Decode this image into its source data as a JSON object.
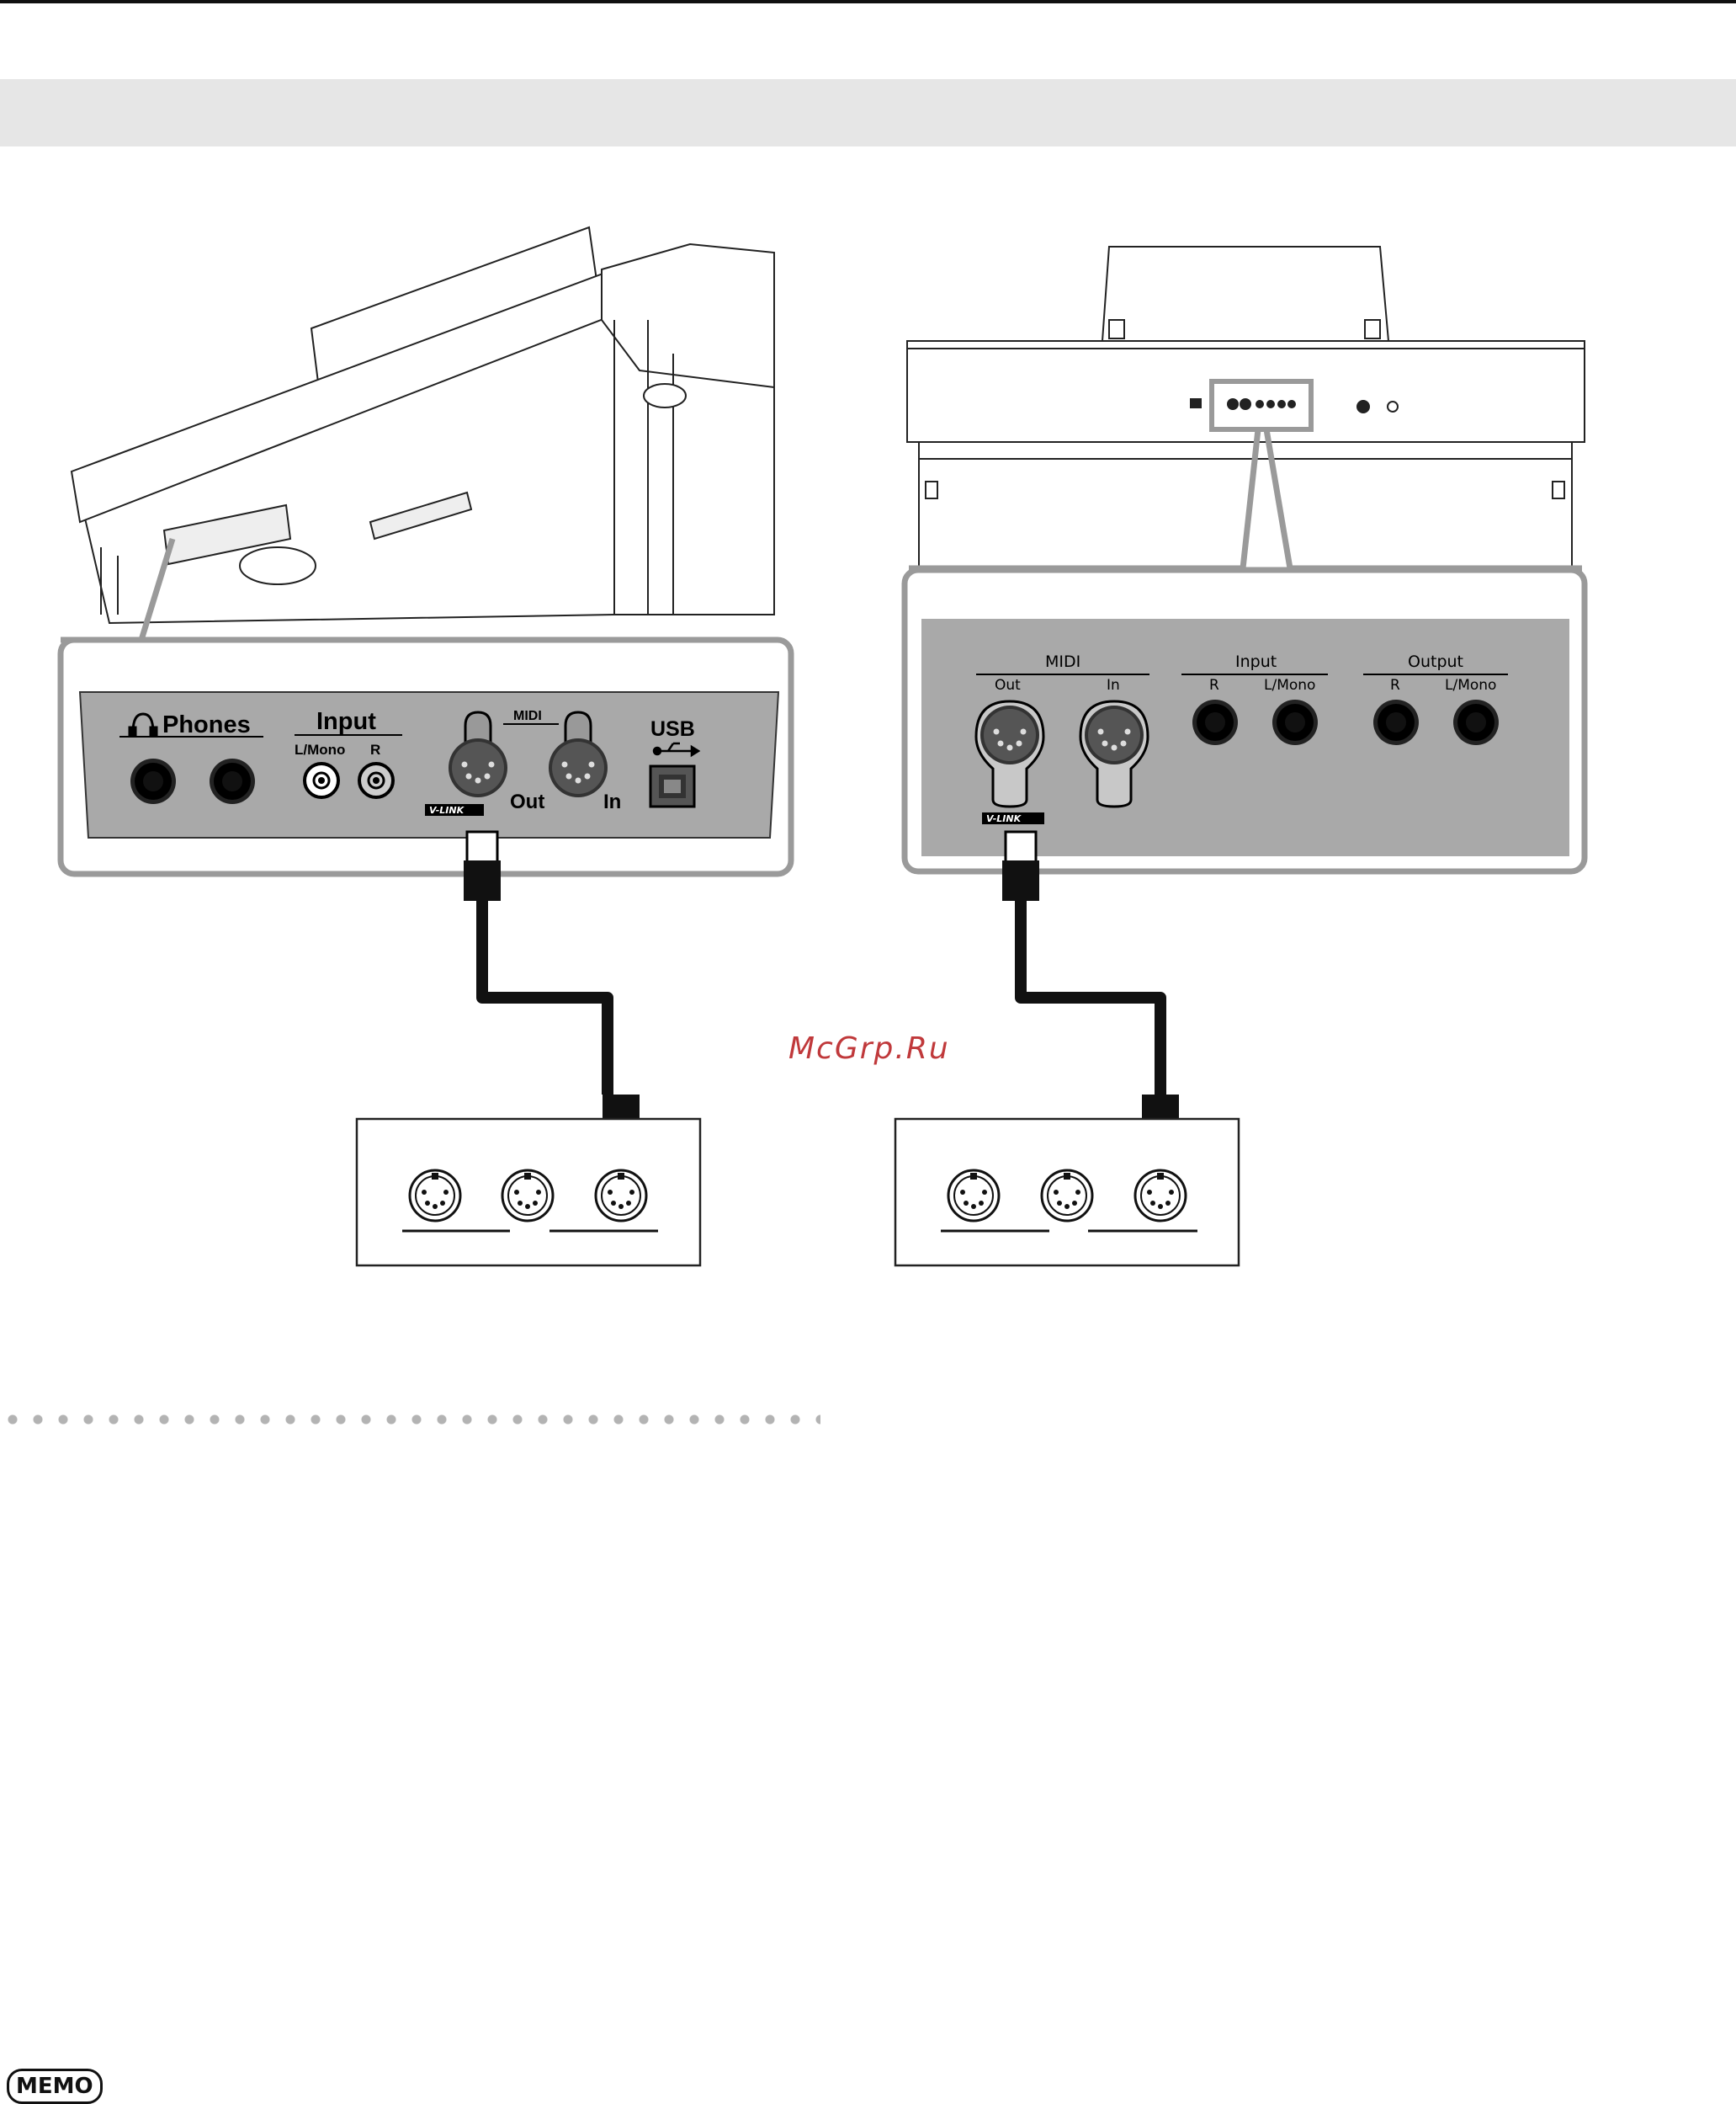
{
  "watermark": "McGrp.Ru",
  "memo_label": "MEMO",
  "left_panel": {
    "phones": "Phones",
    "input": "Input",
    "input_lmono": "L/Mono",
    "input_r": "R",
    "midi": "MIDI",
    "vlink": "V-LINK",
    "out": "Out",
    "in": "In",
    "usb": "USB"
  },
  "right_panel": {
    "midi": "MIDI",
    "midi_out": "Out",
    "midi_in": "In",
    "input": "Input",
    "input_r": "R",
    "input_lmono": "L/Mono",
    "output": "Output",
    "output_r": "R",
    "output_lmono": "L/Mono",
    "vlink": "V-LINK"
  },
  "colors": {
    "panel_gray": "#a9a9a9",
    "callout_border": "#9a9a9a",
    "watermark": "#c0393b"
  }
}
